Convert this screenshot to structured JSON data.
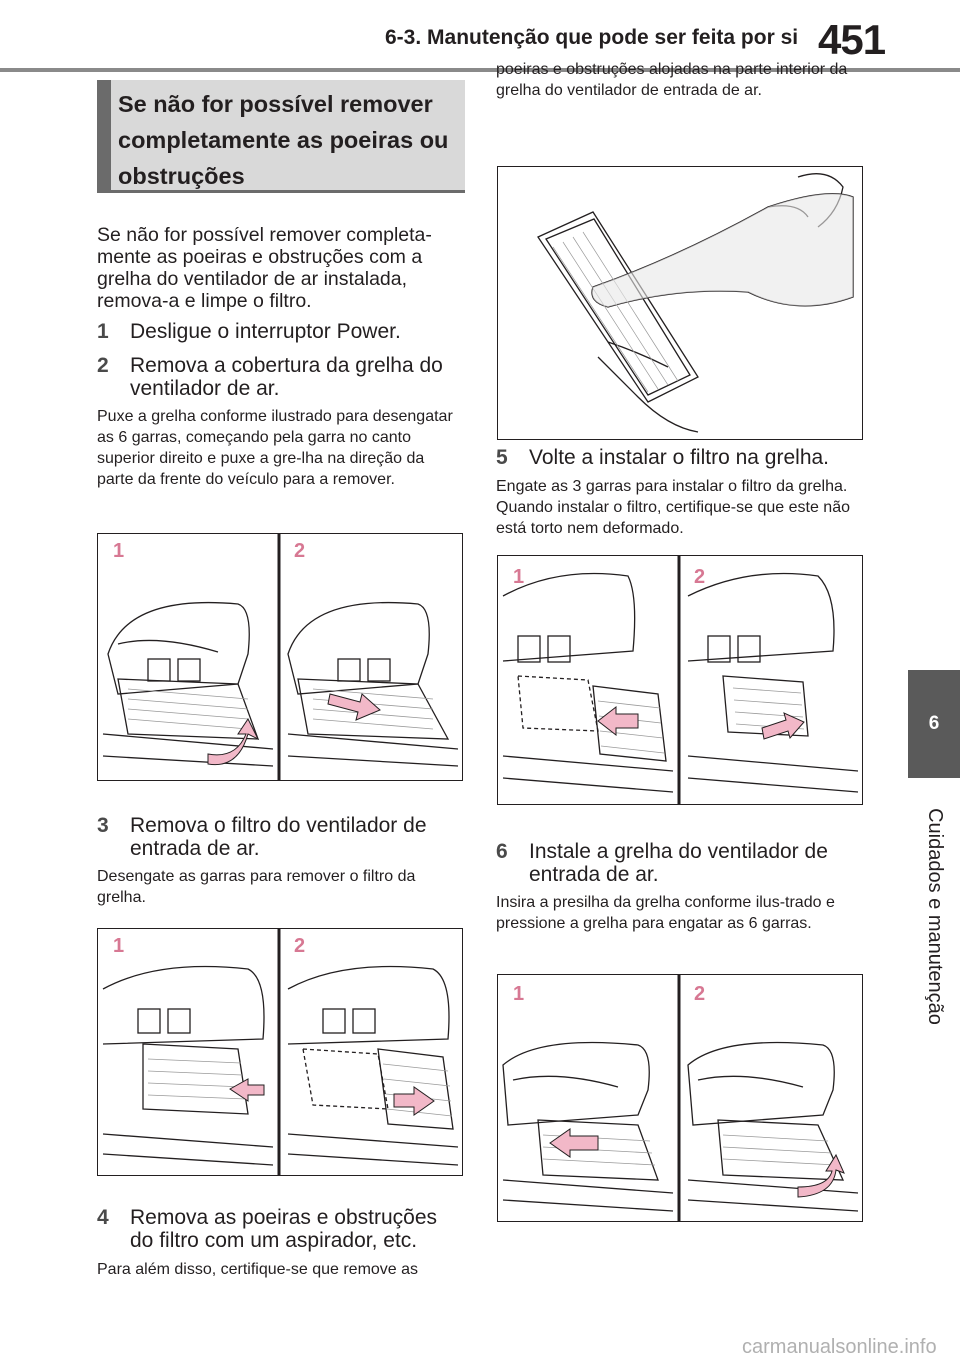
{
  "header": {
    "section": "6-3. Manutenção que pode ser feita por si",
    "page_number": "451"
  },
  "side_tab": {
    "chapter_number": "6",
    "chapter_title": "Cuidados e manutenção"
  },
  "section_heading": "Se não for possível remover completamente as poeiras ou obstruções",
  "intro": "Se não for possível remover completa-mente as poeiras e obstruções com a grelha do ventilador de ar instalada, remova-a e limpe o filtro.",
  "steps": [
    {
      "num": "1",
      "text": "Desligue o interruptor Power.",
      "note": ""
    },
    {
      "num": "2",
      "text": "Remova a cobertura da grelha do ventilador de ar.",
      "note": "Puxe a grelha conforme ilustrado para desengatar as 6 garras, começando pela garra no canto superior direito e puxe a gre-lha na direção da parte da frente do veículo para a remover."
    },
    {
      "num": "3",
      "text": "Remova o filtro do ventilador de entrada de ar.",
      "note": "Desengate as garras para remover o filtro da grelha."
    },
    {
      "num": "4",
      "text": "Remova as poeiras e obstruções do filtro com um aspirador, etc.",
      "note": "Para além disso, certifique-se que remove as poeiras e obstruções alojadas na parte interior da grelha do ventilador de entrada de ar."
    },
    {
      "num": "5",
      "text": "Volte a instalar o filtro na grelha.",
      "note": "Engate as 3 garras para instalar o filtro da grelha. Quando instalar o filtro, certifique-se que este não está torto nem deformado."
    },
    {
      "num": "6",
      "text": "Instale a grelha do ventilador de entrada de ar.",
      "note": "Insira a presilha da grelha conforme ilus-trado e pressione a grelha para engatar as 6 garras."
    }
  ],
  "figure_labels": {
    "one": "1",
    "two": "2"
  },
  "footer": {
    "watermark": "carmanualsonline.info"
  },
  "colors": {
    "accent_pink": "#d77893",
    "arrow_fill": "#f2b8c8",
    "tab_bg": "#5a5a5a",
    "heading_bg": "#d9d9d9"
  }
}
